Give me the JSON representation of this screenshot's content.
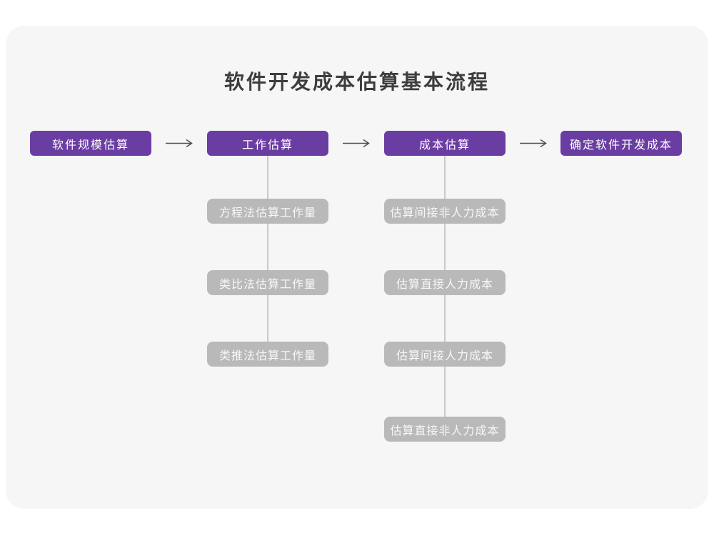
{
  "title": "软件开发成本估算基本流程",
  "flowchart": {
    "stages": [
      {
        "label": "软件规模估算"
      },
      {
        "label": "工作估算"
      },
      {
        "label": "成本估算"
      },
      {
        "label": "确定软件开发成本"
      }
    ],
    "branches": [
      {
        "parent_stage_index": 1,
        "items": [
          {
            "label": "方程法估算工作量"
          },
          {
            "label": "类比法估算工作量"
          },
          {
            "label": "类推法估算工作量"
          }
        ]
      },
      {
        "parent_stage_index": 2,
        "items": [
          {
            "label": "估算间接非人力成本"
          },
          {
            "label": "估算直接人力成本"
          },
          {
            "label": "估算间接人力成本"
          },
          {
            "label": "估算直接非人力成本"
          }
        ]
      }
    ]
  },
  "colors": {
    "page_bg": "#ffffff",
    "canvas_bg": "#f6f6f7",
    "stage_fill": "#6a3da2",
    "stage_text": "#ffffff",
    "branch_fill": "#b9b9b9",
    "branch_text": "#f7f7f7",
    "arrow": "#4d4d4d",
    "connector": "#c9c9c9",
    "title_text": "#3d3d3d"
  }
}
